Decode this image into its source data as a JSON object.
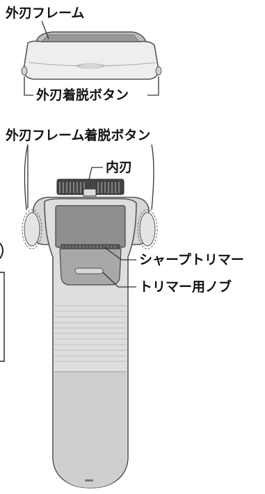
{
  "labels": {
    "outer_blade_frame": "外刃フレーム",
    "outer_blade_release_button": "外刃着脱ボタン",
    "outer_blade_frame_release_button": "外刃フレーム着脱ボタン",
    "inner_blade": "内刃",
    "sharp_trimmer": "シャープトリマー",
    "trimmer_knob": "トリマー用ノブ"
  },
  "colors": {
    "body_light": "#e4e4e4",
    "body_mid": "#c9c9c9",
    "body_dark": "#8a8a8a",
    "outline": "#555555",
    "leader": "#333333"
  },
  "icons": {
    "section_marker": "parenthesis-mark"
  }
}
